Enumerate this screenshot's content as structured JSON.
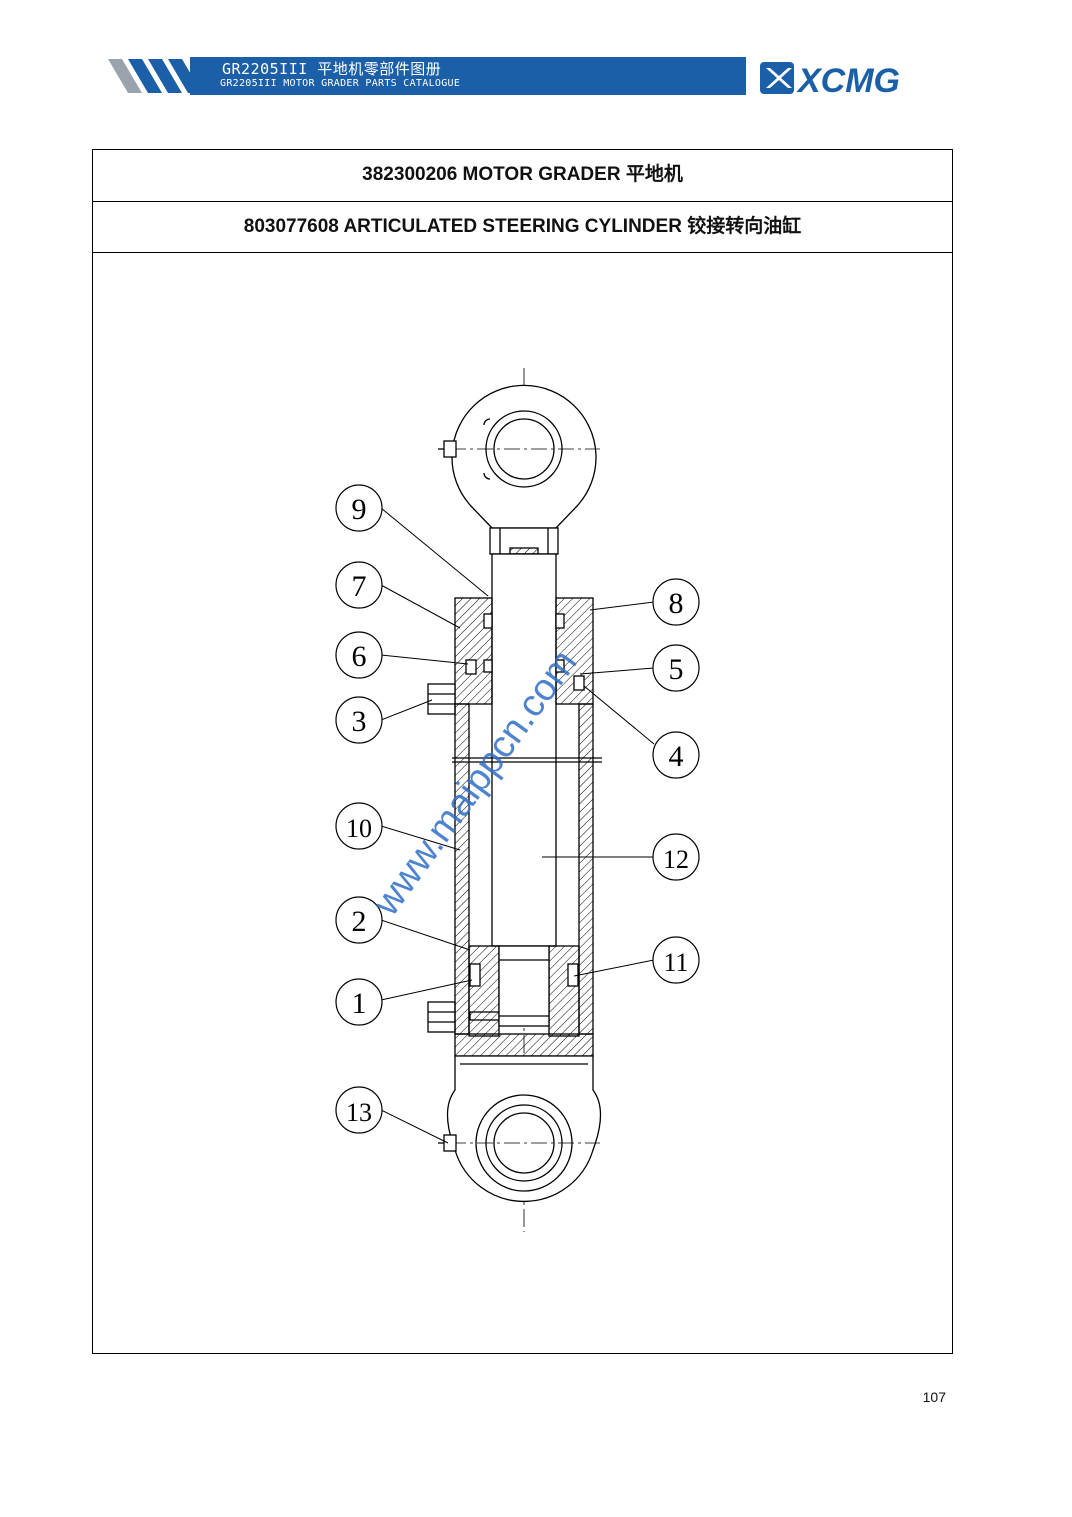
{
  "header": {
    "title": "GR2205III 平地机零部件图册",
    "subtitle": "GR2205III MOTOR GRADER PARTS CATALOGUE",
    "brand": "XCMG",
    "brand_color": "#1a5fa8",
    "stripe_color": "#9aa3ad"
  },
  "table": {
    "machine_title": "382300206 MOTOR GRADER 平地机",
    "assembly_title": "803077608 ARTICULATED STEERING CYLINDER 铰接转向油缸"
  },
  "drawing": {
    "callouts": [
      "9",
      "7",
      "6",
      "3",
      "10",
      "2",
      "1",
      "13",
      "8",
      "5",
      "4",
      "12",
      "11"
    ],
    "watermark": "www.maippcn.com"
  },
  "page_number": "107"
}
